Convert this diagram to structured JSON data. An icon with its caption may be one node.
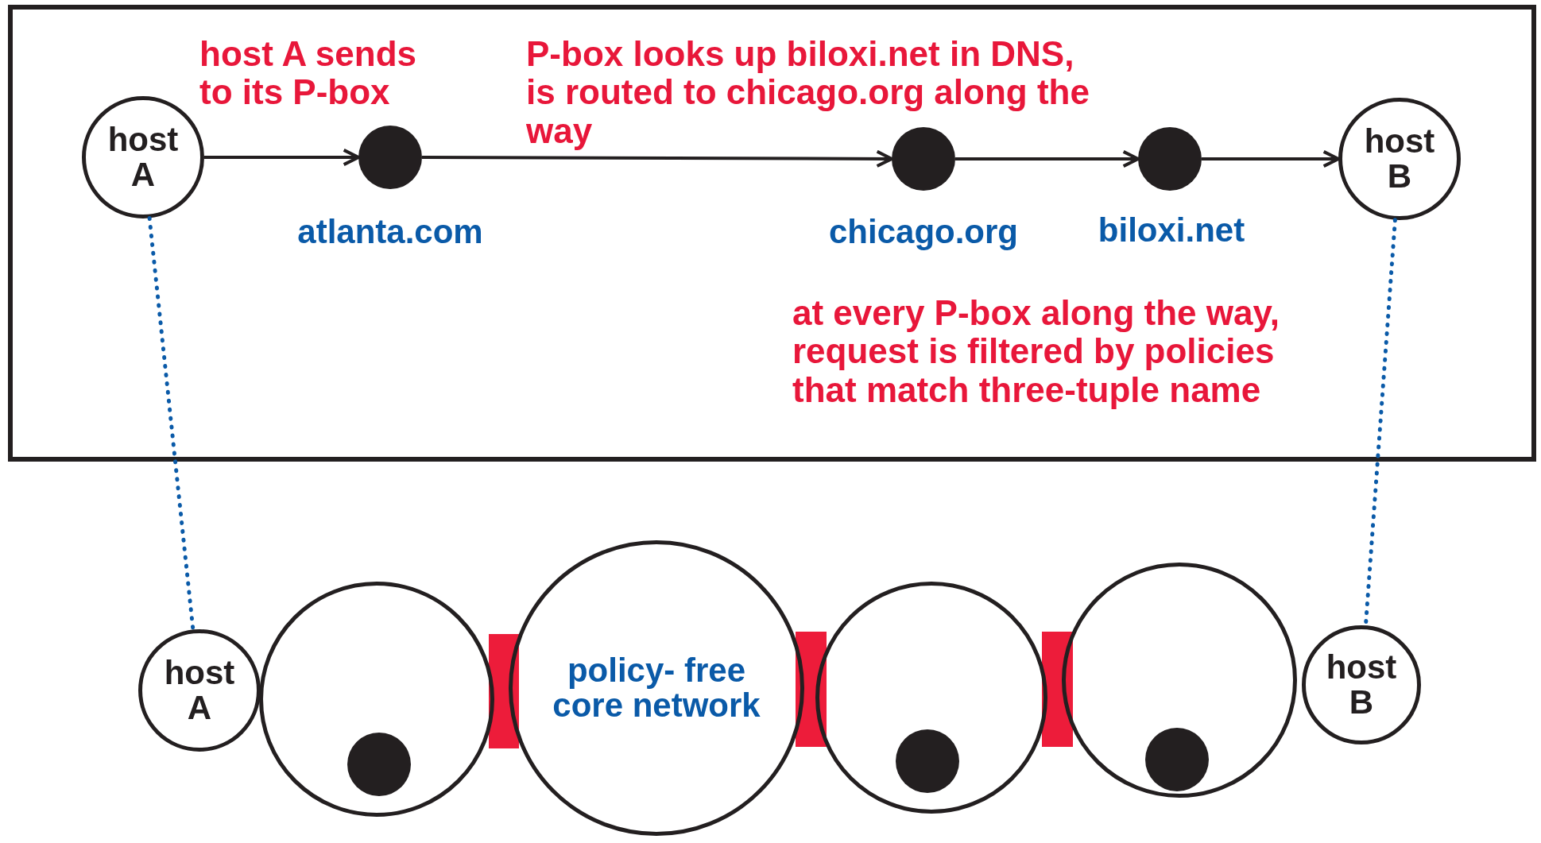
{
  "diagram": {
    "nodes": [
      {
        "text": [],
        "shape": "box"
      },
      {
        "text": [
          "host A"
        ],
        "in": 0
      },
      {
        "text": [],
        "shape": "circle",
        "in": 0,
        "beside": [
          "atlanta.com"
        ]
      },
      {
        "text": [],
        "shape": "circle",
        "in": 0,
        "beside": [
          "chicago.org"
        ]
      },
      {
        "text": [],
        "shape": "circle",
        "in": 0,
        "beside": [
          "biloxi.net"
        ]
      },
      {
        "text": [
          "host B"
        ],
        "in": 0
      },
      {
        "text": [
          "host A"
        ]
      },
      {
        "text": [],
        "shape": "circle"
      },
      {
        "text": [],
        "shape": "circle",
        "in": 7
      },
      {
        "text": [
          "policy- free core network"
        ]
      },
      {
        "text": [],
        "shape": "circle"
      },
      {
        "text": [],
        "shape": "circle",
        "in": 10
      },
      {
        "text": [],
        "shape": "circle"
      },
      {
        "text": [],
        "shape": "circle",
        "in": 12
      },
      {
        "text": [
          "host B"
        ]
      },
      {
        "text": [],
        "shape": "bar"
      },
      {
        "text": [],
        "shape": "bar"
      },
      {
        "text": [],
        "shape": "bar"
      }
    ],
    "edges": [
      {
        "from": 1,
        "to": 2,
        "arrow": "to"
      },
      {
        "from": 2,
        "to": 3,
        "arrow": "to"
      },
      {
        "from": 3,
        "to": 4,
        "arrow": "to"
      },
      {
        "from": 4,
        "to": 5,
        "arrow": "to"
      },
      {
        "from": 1,
        "to": 6,
        "arrow": "none",
        "style": "dashed",
        "color": "#0a5aa8"
      },
      {
        "from": 5,
        "to": 14,
        "arrow": "none",
        "style": "dashed",
        "color": "#0a5aa8"
      }
    ],
    "labels": [
      "host A sends to its P-box",
      "P-box looks up biloxi.net in DNS, is routed to chicago.org along the way",
      "at every P-box along the way, request is filtered by policies that match three-tuple name"
    ]
  }
}
